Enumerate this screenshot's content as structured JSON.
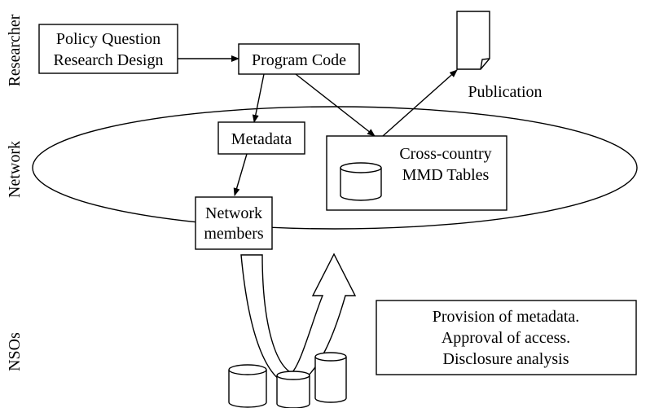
{
  "side_labels": {
    "researcher": "Researcher",
    "network": "Network",
    "nsos": "NSOs"
  },
  "boxes": {
    "policy": {
      "line1": "Policy Question",
      "line2": "Research Design"
    },
    "program_code": "Program Code",
    "metadata": "Metadata",
    "network_members": {
      "line1": "Network",
      "line2": "members"
    },
    "tables": {
      "line1": "Cross-country",
      "line2": "MMD Tables"
    },
    "nso_roles": {
      "line1": "Provision of metadata.",
      "line2": "Approval of access.",
      "line3": "Disclosure analysis"
    }
  },
  "publication": "Publication"
}
